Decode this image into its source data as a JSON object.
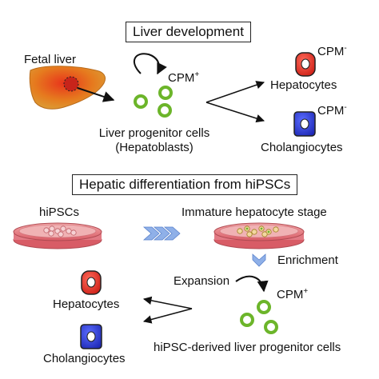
{
  "section1": {
    "title": "Liver development",
    "fetal_liver_label": "Fetal liver",
    "cpm_label": "CPM",
    "cpm_sup": "+",
    "progenitor_line1": "Liver progenitor cells",
    "progenitor_line2": "(Hepatoblasts)",
    "hepatocytes_label": "Hepatocytes",
    "hepatocytes_cpm": "CPM",
    "hepatocytes_cpm_sup": "-",
    "cholangiocytes_label": "Cholangiocytes",
    "cholangiocytes_cpm": "CPM",
    "cholangiocytes_cpm_sup": "-"
  },
  "section2": {
    "title": "Hepatic differentiation from hiPSCs",
    "hipscs_label": "hiPSCs",
    "immature_label": "Immature hepatocyte stage",
    "enrichment_label": "Enrichment",
    "expansion_label": "Expansion",
    "cpm_label": "CPM",
    "cpm_sup": "+",
    "hepatocytes_label": "Hepatocytes",
    "cholangiocytes_label": "Cholangiocytes",
    "derived_label": "hiPSC-derived liver progenitor cells"
  },
  "colors": {
    "hepatocyte_red": "#e0261c",
    "cholangiocyte_blue": "#2438c8",
    "progenitor_green": "#6cb52a",
    "liver_orange": "#e07a1a",
    "dish_red": "#e8737a",
    "chevron_blue": "#8fb0e8"
  }
}
